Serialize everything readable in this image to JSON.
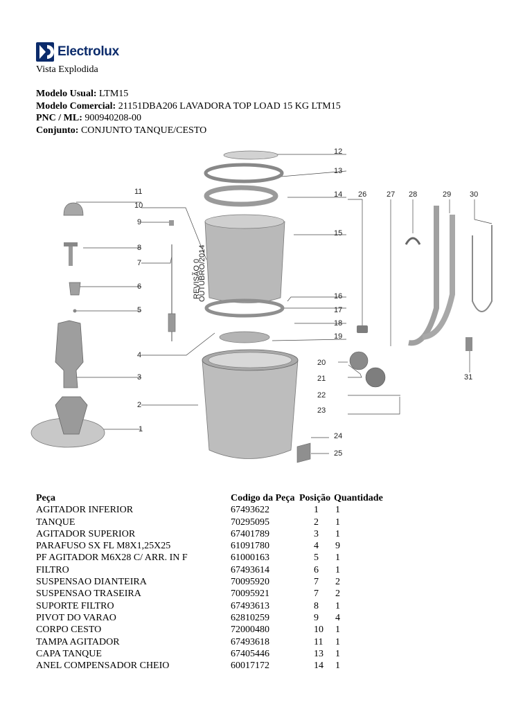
{
  "brand": {
    "name": "Electrolux"
  },
  "page_title": "Vista Explodida",
  "meta": {
    "usual_label": "Modelo Usual:",
    "usual_value": "LTM15",
    "comercial_label": "Modelo Comercial:",
    "comercial_value": "21151DBA206 LAVADORA TOP LOAD 15 KG LTM15",
    "pnc_label": "PNC / ML:",
    "pnc_value": "900940208-00",
    "conjunto_label": "Conjunto:",
    "conjunto_value": "CONJUNTO TANQUE/CESTO"
  },
  "diagram": {
    "callouts": [
      "1",
      "2",
      "3",
      "4",
      "5",
      "6",
      "7",
      "8",
      "9",
      "10",
      "11",
      "12",
      "13",
      "14",
      "15",
      "16",
      "17",
      "18",
      "19",
      "20",
      "21",
      "22",
      "23",
      "24",
      "25",
      "26",
      "27",
      "28",
      "29",
      "30",
      "31"
    ],
    "stamp_line1": "REVISÃO 0",
    "stamp_line2": "OUTUBRO/2014"
  },
  "table": {
    "headers": {
      "name": "Peça",
      "code": "Codigo da Peça",
      "pos": "Posição",
      "qty": "Quantidade"
    },
    "rows": [
      {
        "name": "AGITADOR INFERIOR",
        "code": "67493622",
        "pos": "1",
        "qty": "1"
      },
      {
        "name": "TANQUE",
        "code": "70295095",
        "pos": "2",
        "qty": "1"
      },
      {
        "name": "AGITADOR SUPERIOR",
        "code": "67401789",
        "pos": "3",
        "qty": "1"
      },
      {
        "name": "PARAFUSO SX FL M8X1,25X25",
        "code": "61091780",
        "pos": "4",
        "qty": "9"
      },
      {
        "name": "PF AGITADOR M6X28 C/ ARR. IN F",
        "code": "61000163",
        "pos": "5",
        "qty": "1"
      },
      {
        "name": "FILTRO",
        "code": "67493614",
        "pos": "6",
        "qty": "1"
      },
      {
        "name": "SUSPENSAO DIANTEIRA",
        "code": "70095920",
        "pos": "7",
        "qty": "2"
      },
      {
        "name": "SUSPENSAO TRASEIRA",
        "code": "70095921",
        "pos": "7",
        "qty": "2"
      },
      {
        "name": "SUPORTE FILTRO",
        "code": "67493613",
        "pos": "8",
        "qty": "1"
      },
      {
        "name": "PIVOT DO VARAO",
        "code": "62810259",
        "pos": "9",
        "qty": "4"
      },
      {
        "name": "CORPO CESTO",
        "code": "72000480",
        "pos": "10",
        "qty": "1"
      },
      {
        "name": "TAMPA AGITADOR",
        "code": "67493618",
        "pos": "11",
        "qty": "1"
      },
      {
        "name": "CAPA TANQUE",
        "code": "67405446",
        "pos": "13",
        "qty": "1"
      },
      {
        "name": "ANEL COMPENSADOR CHEIO",
        "code": "60017172",
        "pos": "14",
        "qty": "1"
      }
    ]
  }
}
